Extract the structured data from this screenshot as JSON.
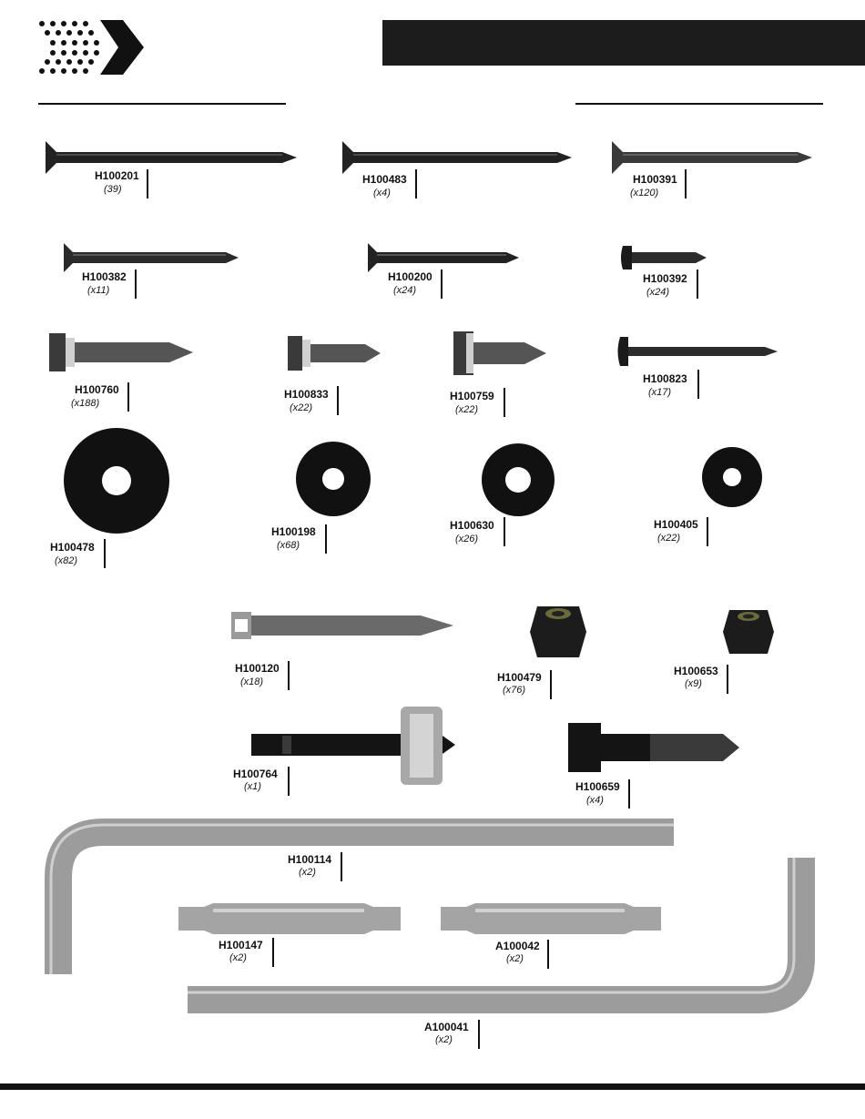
{
  "parts": [
    {
      "code": "H100201",
      "qty": "(39)"
    },
    {
      "code": "H100483",
      "qty": "(x4)"
    },
    {
      "code": "H100391",
      "qty": "(x120)"
    },
    {
      "code": "H100382",
      "qty": "(x11)"
    },
    {
      "code": "H100200",
      "qty": "(x24)"
    },
    {
      "code": "H100392",
      "qty": "(x24)"
    },
    {
      "code": "H100760",
      "qty": "(x188)"
    },
    {
      "code": "H100833",
      "qty": "(x22)"
    },
    {
      "code": "H100759",
      "qty": "(x22)"
    },
    {
      "code": "H100823",
      "qty": "(x17)"
    },
    {
      "code": "H100478",
      "qty": "(x82)"
    },
    {
      "code": "H100198",
      "qty": "(x68)"
    },
    {
      "code": "H100630",
      "qty": "(x26)"
    },
    {
      "code": "H100405",
      "qty": "(x22)"
    },
    {
      "code": "H100120",
      "qty": "(x18)"
    },
    {
      "code": "H100479",
      "qty": "(x76)"
    },
    {
      "code": "H100653",
      "qty": "(x9)"
    },
    {
      "code": "H100764",
      "qty": "(x1)"
    },
    {
      "code": "H100659",
      "qty": "(x4)"
    },
    {
      "code": "H100114",
      "qty": "(x2)"
    },
    {
      "code": "H100147",
      "qty": "(x2)"
    },
    {
      "code": "A100042",
      "qty": "(x2)"
    },
    {
      "code": "A100041",
      "qty": "(x2)"
    }
  ],
  "colors": {
    "ink": "#111111",
    "metal": "#a8a8a8",
    "dark_metal": "#2a2a2a"
  },
  "icons": {
    "logo": "dotted-chevron-logo"
  }
}
